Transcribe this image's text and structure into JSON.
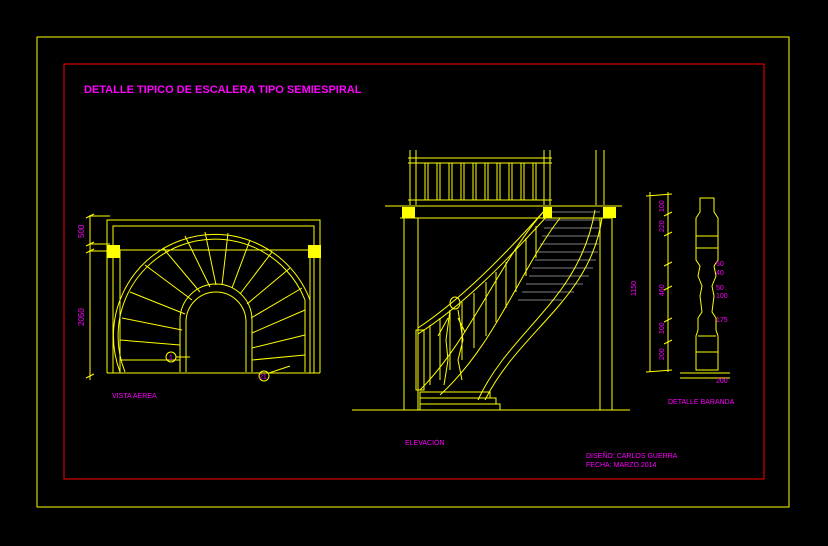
{
  "title": "DETALLE  TIPICO DE ESCALERA TIPO SEMIESPIRAL",
  "labels": {
    "vista_aerea": "VISTA AEREA",
    "elevacion": "ELEVACIÓN",
    "detalle_baranda": "DETALLE BARANDA",
    "diseno": "DISEÑO: CARLOS GUERRA",
    "fecha": "FECHA: MARZO 2014"
  },
  "plan_dims": {
    "top": "500",
    "left": "2050",
    "marker1": "1",
    "marker2": "21"
  },
  "elev_dims": {
    "height": "1150"
  },
  "baranda_dims": {
    "d1": "100",
    "d2": "220",
    "d3": "50",
    "d4": "40",
    "d5": "50",
    "d6": "100",
    "d7": "460",
    "d8": "175",
    "d9": "100",
    "d10": "200",
    "d11": "200"
  },
  "colors": {
    "background": "#000000",
    "frame_outer": "#ffff00",
    "frame_inner": "#ff0000",
    "lines": "#ffff00",
    "text": "#ff00ff",
    "post_fill": "#ffff00",
    "stair_lines": "#ffffff"
  }
}
